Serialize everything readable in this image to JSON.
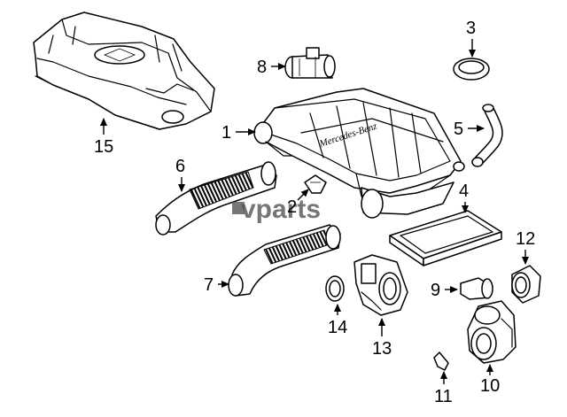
{
  "diagram": {
    "labels": {
      "p1": "1",
      "p2": "2",
      "p3": "3",
      "p4": "4",
      "p5": "5",
      "p6": "6",
      "p7": "7",
      "p8": "8",
      "p9": "9",
      "p10": "10",
      "p11": "11",
      "p12": "12",
      "p13": "13",
      "p14": "14",
      "p15": "15"
    },
    "housing_brand": "Mercedes-Benz",
    "watermark": "vparts"
  }
}
